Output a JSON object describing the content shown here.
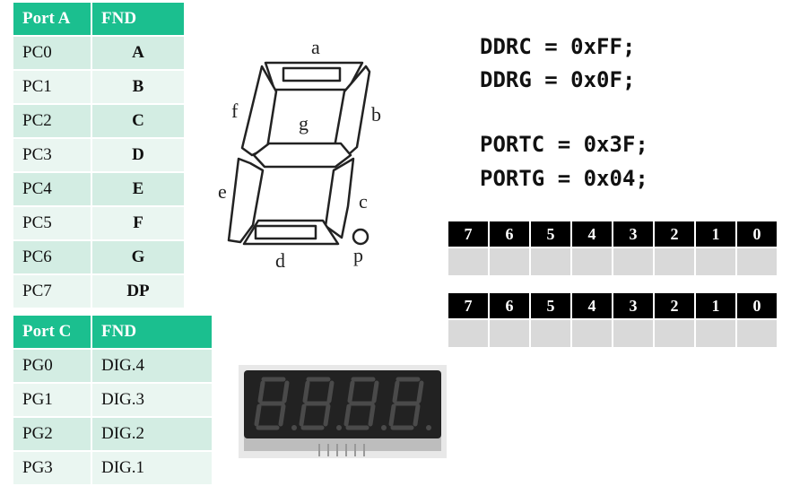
{
  "port_a_table": {
    "headers": [
      "Port A",
      "FND"
    ],
    "rows": [
      [
        "PC0",
        "A"
      ],
      [
        "PC1",
        "B"
      ],
      [
        "PC2",
        "C"
      ],
      [
        "PC3",
        "D"
      ],
      [
        "PC4",
        "E"
      ],
      [
        "PC5",
        "F"
      ],
      [
        "PC6",
        "G"
      ],
      [
        "PC7",
        "DP"
      ]
    ]
  },
  "port_c_table": {
    "headers": [
      "Port C",
      "FND"
    ],
    "rows": [
      [
        "PG0",
        "DIG.4"
      ],
      [
        "PG1",
        "DIG.3"
      ],
      [
        "PG2",
        "DIG.2"
      ],
      [
        "PG3",
        "DIG.1"
      ]
    ]
  },
  "segment_labels": {
    "a": "a",
    "b": "b",
    "c": "c",
    "d": "d",
    "e": "e",
    "f": "f",
    "g": "g",
    "p": "p"
  },
  "code_lines": [
    "DDRC = 0xFF;",
    "DDRG = 0x0F;",
    "PORTC = 0x3F;",
    "PORTG = 0x04;"
  ],
  "bit_table_1": {
    "bits": [
      "7",
      "6",
      "5",
      "4",
      "3",
      "2",
      "1",
      "0"
    ],
    "values": [
      "",
      "",
      "",
      "",
      "",
      "",
      "",
      ""
    ]
  },
  "bit_table_2": {
    "bits": [
      "7",
      "6",
      "5",
      "4",
      "3",
      "2",
      "1",
      "0"
    ],
    "values": [
      "",
      "",
      "",
      "",
      "",
      "",
      "",
      ""
    ]
  },
  "colors": {
    "header_green": "#1bbf8f",
    "row_light": "#eaf6f1",
    "row_mid": "#d3ede3",
    "bit_header": "#000000",
    "bit_cell": "#d9d9d9"
  }
}
